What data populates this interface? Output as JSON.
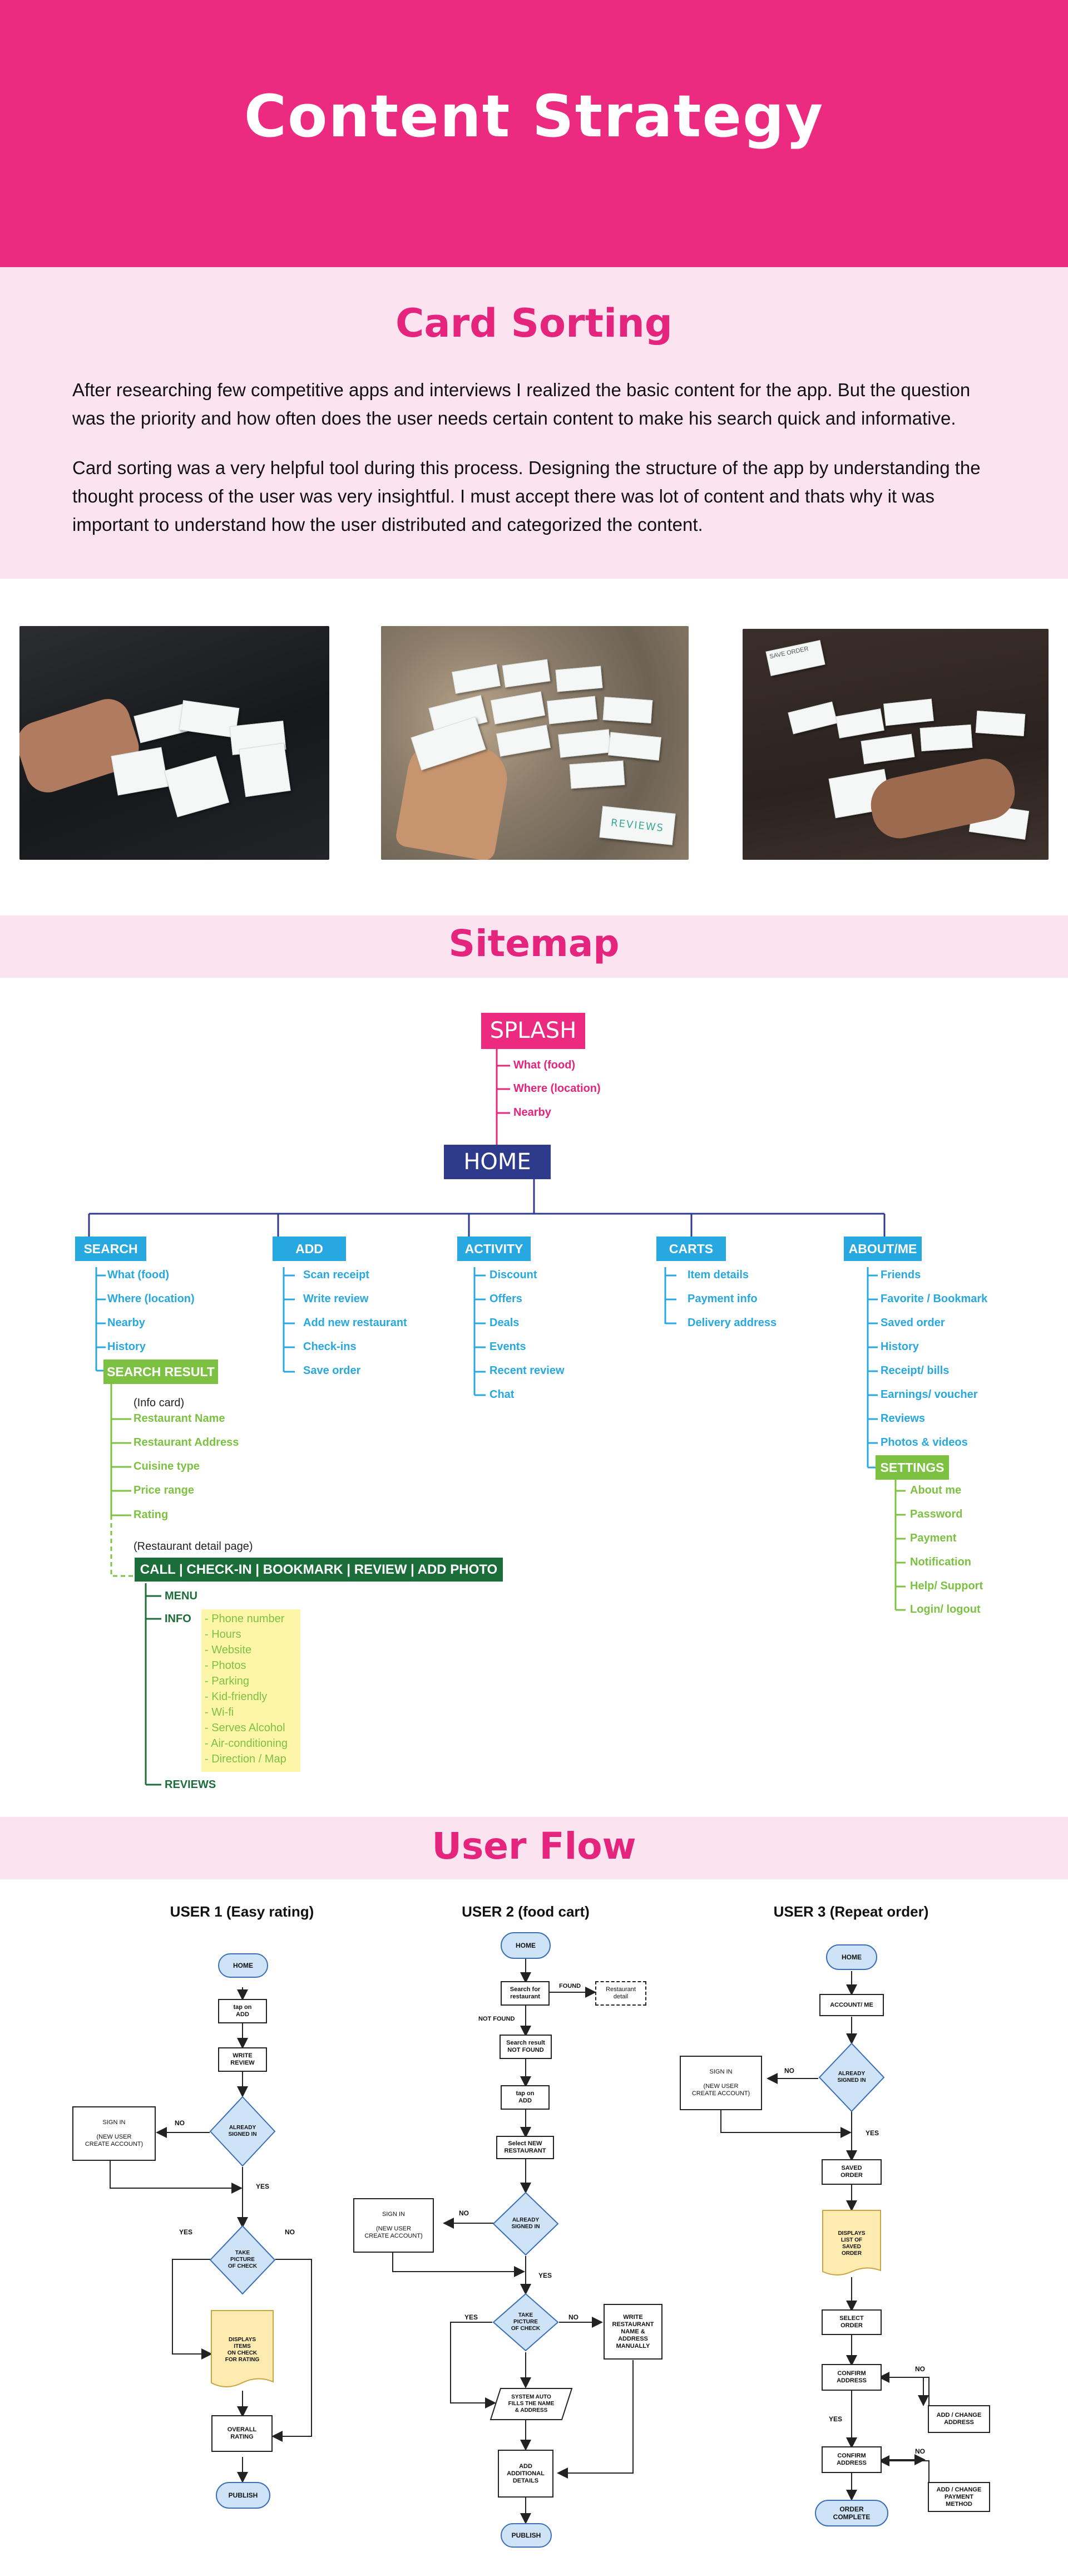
{
  "header": {
    "title": "Content Strategy"
  },
  "card_sorting": {
    "title": "Card Sorting",
    "p1": "After researching few competitive apps and interviews I realized the basic content for the app. But the question was the priority and how often does the user needs certain content to make his search quick and informative.",
    "p2": "Card sorting was a very helpful tool during this process. Designing the structure of the app by understanding the thought process of the user was very insightful. I must accept there was lot of content and thats why it was important to understand how the user distributed and categorized the content.",
    "photos": [
      {
        "cards": [
          "",
          "",
          "",
          "",
          "",
          ""
        ]
      },
      {
        "cards": [
          "",
          "",
          "",
          "",
          "",
          "",
          "",
          "",
          "",
          "",
          "",
          "",
          "REVIEWS"
        ]
      },
      {
        "cards": [
          "SAVE ORDER",
          "",
          "",
          "",
          "",
          "",
          "",
          "",
          ""
        ]
      }
    ]
  },
  "sitemap": {
    "title": "Sitemap",
    "splash": "SPLASH",
    "splash_items": [
      "What (food)",
      "Where (location)",
      "Nearby"
    ],
    "home": "HOME",
    "search": {
      "label": "SEARCH",
      "items": [
        "What (food)",
        "Where (location)",
        "Nearby",
        "History"
      ]
    },
    "search_result": {
      "label": "SEARCH RESULT",
      "info_card": "(Info card)",
      "items": [
        "Restaurant Name",
        "Restaurant Address",
        "Cuisine type",
        "Price range",
        "Rating"
      ]
    },
    "detail": {
      "note": "(Restaurant detail page)",
      "label": "CALL | CHECK-IN | BOOKMARK | REVIEW | ADD PHOTO",
      "menu": "MENU",
      "info": "INFO",
      "reviews": "REVIEWS",
      "info_items": [
        "- Phone number",
        "- Hours",
        "- Website",
        "- Photos",
        "- Parking",
        "- Kid-friendly",
        "- Wi-fi",
        "- Serves Alcohol",
        "- Air-conditioning",
        "- Direction / Map"
      ]
    },
    "add": {
      "label": "ADD",
      "items": [
        "Scan receipt",
        "Write review",
        "Add new restaurant",
        "Check-ins",
        "Save order"
      ]
    },
    "activity": {
      "label": "ACTIVITY",
      "items": [
        "Discount",
        "Offers",
        "Deals",
        "Events",
        "Recent review",
        "Chat"
      ]
    },
    "carts": {
      "label": "CARTS",
      "items": [
        "Item details",
        "Payment info",
        "Delivery address"
      ]
    },
    "about": {
      "label": "ABOUT/ME",
      "items": [
        "Friends",
        "Favorite / Bookmark",
        "Saved order",
        "History",
        "Receipt/ bills",
        "Earnings/ voucher",
        "Reviews",
        "Photos & videos"
      ]
    },
    "settings": {
      "label": "SETTINGS",
      "items": [
        "About me",
        "Password",
        "Payment",
        "Notification",
        "Help/ Support",
        "Login/ logout"
      ]
    }
  },
  "user_flow": {
    "title": "User Flow",
    "u1": {
      "title": "USER 1 (Easy rating)",
      "home": "HOME",
      "tap_add": "tap on\nADD",
      "write_review": "WRITE\nREVIEW",
      "signed_in": "ALREADY\nSIGNED IN",
      "sign_in": "SIGN IN\n\n(NEW USER\nCREATE ACCOUNT)",
      "take_picture": "TAKE\nPICTURE\nOF CHECK",
      "displays": "DISPLAYS\nITEMS\nON CHECK\nFOR RATING",
      "overall": "OVERALL\nRATING",
      "publish": "PUBLISH",
      "no": "NO",
      "yes": "YES"
    },
    "u2": {
      "title": "USER 2 (food cart)",
      "home": "HOME",
      "search_for": "Search for\nrestaurant",
      "found": "FOUND",
      "restaurant_detail": "Restaurant\ndetail",
      "not_found": "NOT FOUND",
      "search_result": "Search result\nNOT FOUND",
      "tap_add": "tap on\nADD",
      "select_new": "Select NEW\nRESTAURANT",
      "signed_in": "ALREADY\nSIGNED IN",
      "sign_in": "SIGN IN\n\n(NEW USER\nCREATE ACCOUNT)",
      "take_picture": "TAKE\nPICTURE\nOF CHECK",
      "write_manual": "WRITE\nRESTAURANT\nNAME &\nADDRESS\nMANUALLY",
      "auto_fills": "SYSTEM AUTO\nFILLS THE NAME\n& ADDRESS",
      "add_details": "ADD\nADDITIONAL\nDETAILS",
      "publish": "PUBLISH",
      "no": "NO",
      "yes": "YES"
    },
    "u3": {
      "title": "USER 3 (Repeat order)",
      "home": "HOME",
      "account": "ACCOUNT/ ME",
      "signed_in": "ALREADY\nSIGNED IN",
      "sign_in": "SIGN IN\n\n(NEW USER\nCREATE ACCOUNT)",
      "saved_order": "SAVED\nORDER",
      "displays": "DISPLAYS\nLIST OF\nSAVED\nORDER",
      "select_order": "SELECT\nORDER",
      "confirm_address": "CONFIRM\nADDRESS",
      "add_change_address": "ADD / CHANGE\nADDRESS",
      "confirm_address2": "CONFIRM\nADDRESS",
      "add_change_payment": "ADD / CHANGE\nPAYMENT\nMETHOD",
      "order_complete": "ORDER\nCOMPLETE",
      "no": "NO",
      "yes": "YES"
    }
  },
  "colors": {
    "brand_pink": "#ec2a80",
    "light_pink": "#fbe4ef",
    "navy": "#2e3a8c",
    "sky": "#27a8e0",
    "green": "#7dc142",
    "dark_green": "#1b6e39",
    "note_yellow": "#fdf6a8",
    "flow_blue": "#cfe3f7"
  }
}
